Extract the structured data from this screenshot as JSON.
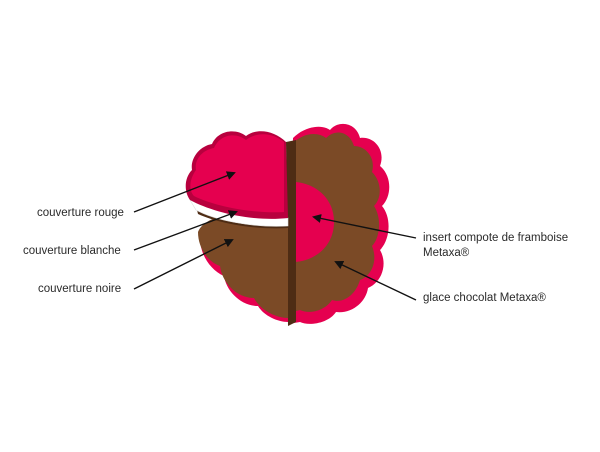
{
  "labels": {
    "couverture_rouge": "couverture rouge",
    "couverture_blanche": "couverture blanche",
    "couverture_noire": "couverture noire",
    "insert_line1": "insert compote de framboise",
    "insert_line2": "Metaxa®",
    "glace": "glace chocolat Metaxa®"
  },
  "colors": {
    "chocolate": "#7b4a26",
    "chocolate_dark": "#4e2c14",
    "raspberry": "#e5004f",
    "raspberry_dark": "#b8003e",
    "white_coating": "#ffffff",
    "arrow": "#111111"
  }
}
